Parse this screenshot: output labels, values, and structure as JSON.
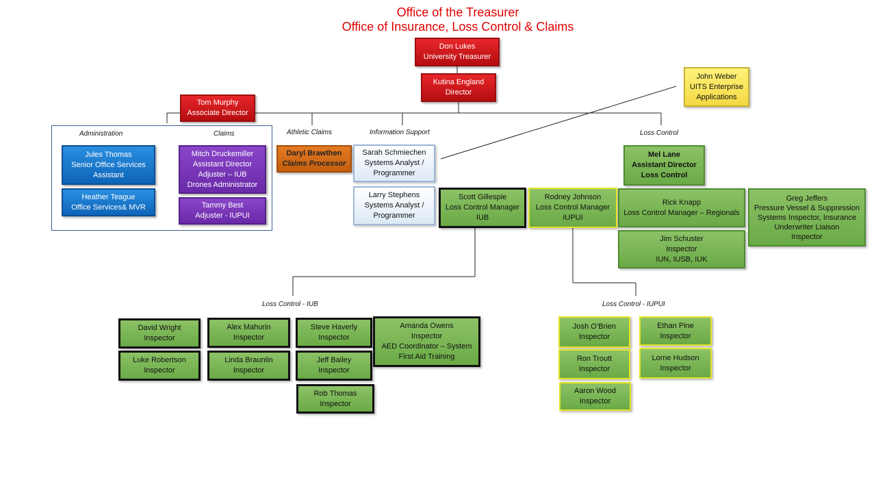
{
  "header": {
    "title": "Office of the Treasurer",
    "subtitle": "Office of Insurance, Loss Control & Claims"
  },
  "sections": {
    "administration": "Administration",
    "claims": "Claims",
    "athletic_claims": "Athletic Claims",
    "information_support": "Information Support",
    "loss_control": "Loss Control",
    "loss_control_iub": "Loss Control  - IUB",
    "loss_control_iupui": "Loss Control  - IUPUI"
  },
  "people": {
    "don_lukes": {
      "line1": "Don Lukes",
      "line2": "University Treasurer"
    },
    "kutina_england": {
      "line1": "Kutina England",
      "line2": "Director"
    },
    "tom_murphy": {
      "line1": "Tom Murphy",
      "line2": "Associate Director"
    },
    "john_weber": {
      "line1": "John Weber",
      "line2": "UITS Enterprise",
      "line3": "Applications"
    },
    "jules_thomas": {
      "line1": "Jules Thomas",
      "line2": "Senior Office Services",
      "line3": "Assistant"
    },
    "heather_teague": {
      "line1": "Heather Teague",
      "line2": "Office Services& MVR"
    },
    "mitch_druckemiller": {
      "line1": "Mitch Druckemiller",
      "line2": "Assistant Director",
      "line3": "Adjuster – IUB",
      "line4": "Drones Administrator"
    },
    "tammy_best": {
      "line1": "Tammy Best",
      "line2": "Adjuster - IUPUI"
    },
    "daryl_brawthen": {
      "line1": "Daryl Brawthen",
      "line2": "Claims Processor"
    },
    "sarah_schmiechen": {
      "line1": "Sarah Schmiechen",
      "line2": "Systems Analyst /",
      "line3": "Programmer"
    },
    "larry_stephens": {
      "line1": "Larry Stephens",
      "line2": "Systems Analyst /",
      "line3": "Programmer"
    },
    "mel_lane": {
      "line1": "Mel Lane",
      "line2": "Assistant Director",
      "line3": "Loss Control"
    },
    "scott_gillespie": {
      "line1": "Scott Gillespie",
      "line2": "Loss Control Manager",
      "line3": "IUB"
    },
    "rodney_johnson": {
      "line1": "Rodney Johnson",
      "line2": "Loss Control Manager",
      "line3": "IUPUI"
    },
    "rick_knapp": {
      "line1": "Rick Knapp",
      "line2": "Loss Control Manager – Regionals"
    },
    "jim_schuster": {
      "line1": "Jim Schuster",
      "line2": "Inspector",
      "line3": "IUN, IUSB, IUK"
    },
    "greg_jeffers": {
      "line1": "Greg Jeffers",
      "line2": "Pressure Vessel & Suppression",
      "line3": "Systems Inspector, Insurance",
      "line4": "Underwriter Liaison",
      "line5": "Inspector"
    },
    "david_wright": {
      "line1": "David Wright",
      "line2": "Inspector"
    },
    "luke_robertson": {
      "line1": "Luke Robertson",
      "line2": "Inspector"
    },
    "alex_mahurin": {
      "line1": "Alex Mahurin",
      "line2": "Inspector"
    },
    "linda_braunlin": {
      "line1": "Linda Braunlin",
      "line2": "Inspector"
    },
    "steve_haverly": {
      "line1": "Steve Haverly",
      "line2": "Inspector"
    },
    "jeff_bailey": {
      "line1": "Jeff Bailey",
      "line2": "Inspector"
    },
    "rob_thomas": {
      "line1": "Rob Thomas",
      "line2": "Inspector"
    },
    "amanda_owens": {
      "line1": "Amanda Owens",
      "line2": "Inspector",
      "line3": "AED Coordinator  – System",
      "line4": "First Aid Training"
    },
    "josh_obrien": {
      "line1": "Josh O’Brien",
      "line2": "Inspector"
    },
    "ron_troutt": {
      "line1": "Ron Troutt",
      "line2": "Inspector"
    },
    "aaron_wood": {
      "line1": "Aaron Wood",
      "line2": "Inspector"
    },
    "ethan_pine": {
      "line1": "Ethan Pine",
      "line2": "Inspector"
    },
    "lorne_hudson": {
      "line1": "Lorne Hudson",
      "line2": "Inspector"
    }
  },
  "colors": {
    "title": "#e00000",
    "leadership": "#c8181b",
    "administration": "#1a78cc",
    "claims": "#7a35b8",
    "athletic_claims": "#d46a18",
    "information_support": "#e8f0fa",
    "external": "#f7e45a",
    "loss_control": "#7ab655"
  }
}
